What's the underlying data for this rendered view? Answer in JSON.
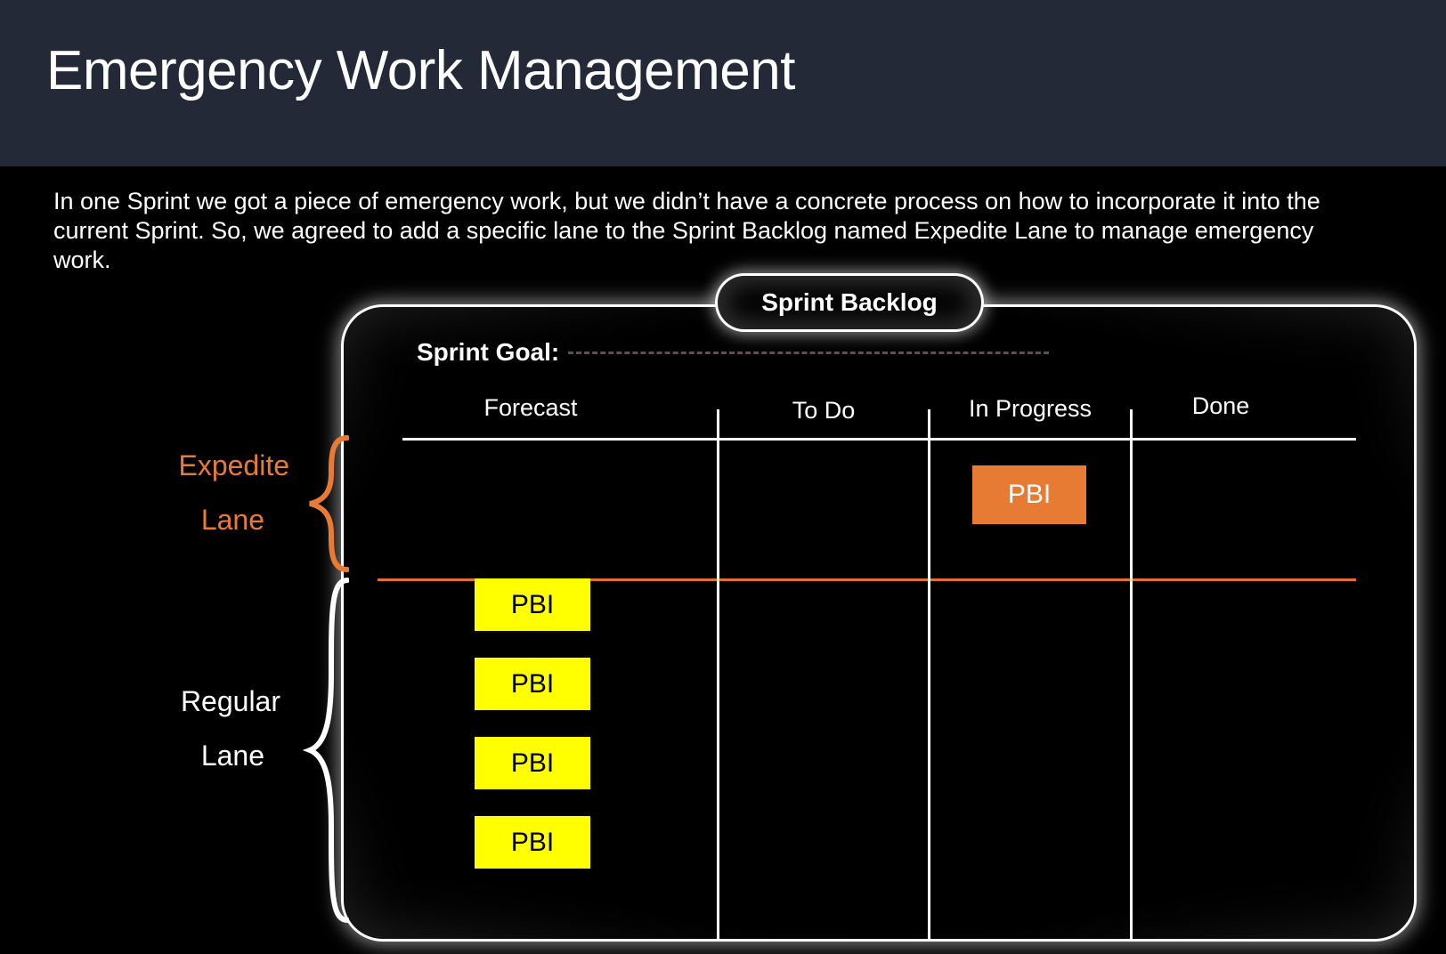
{
  "header": {
    "title": "Emergency Work Management",
    "background_color": "#232936"
  },
  "body": {
    "paragraph": "In one Sprint we got a piece of emergency work, but we didn’t have a concrete process on how to incorporate it into the current Sprint. So, we agreed to add a specific lane to the Sprint Backlog named Expedite Lane to manage emergency work."
  },
  "board": {
    "pill_label": "Sprint Backlog",
    "sprint_goal_label": "Sprint Goal:",
    "columns": [
      {
        "label": "Forecast"
      },
      {
        "label": "To Do"
      },
      {
        "label": "In Progress"
      },
      {
        "label": "Done"
      }
    ],
    "lanes": [
      {
        "name": "Expedite Lane",
        "label_line1": "Expedite",
        "label_line2": "Lane",
        "color": "#e87b33",
        "cards": [
          {
            "label": "PBI",
            "column": "In Progress",
            "color": "#e87b33",
            "text_color": "#ffffff"
          }
        ]
      },
      {
        "name": "Regular Lane",
        "label_line1": "Regular",
        "label_line2": "Lane",
        "color": "#ffffff",
        "cards": [
          {
            "label": "PBI",
            "column": "Forecast",
            "color": "#ffff00",
            "text_color": "#000000"
          },
          {
            "label": "PBI",
            "column": "Forecast",
            "color": "#ffff00",
            "text_color": "#000000"
          },
          {
            "label": "PBI",
            "column": "Forecast",
            "color": "#ffff00",
            "text_color": "#000000"
          },
          {
            "label": "PBI",
            "column": "Forecast",
            "color": "#ffff00",
            "text_color": "#000000"
          }
        ]
      }
    ],
    "lane_divider_color": "#e2712c",
    "sprint_goal_dash_color": "#6f4a41"
  }
}
